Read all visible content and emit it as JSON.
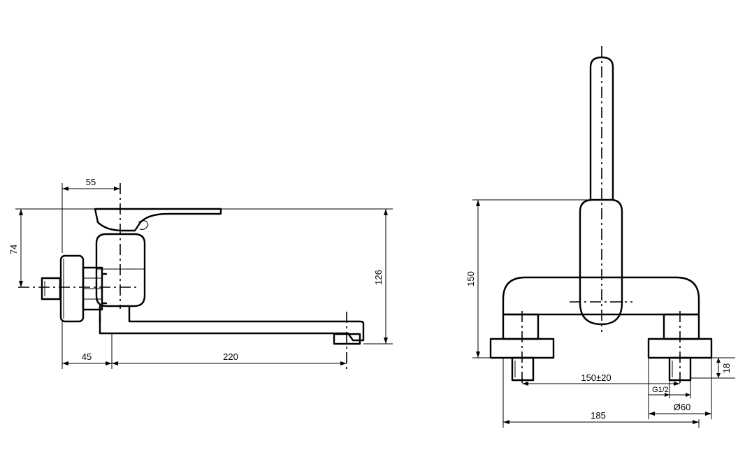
{
  "side_view": {
    "dims": {
      "d55": "55",
      "d74": "74",
      "d126": "126",
      "d45": "45",
      "d220": "220"
    }
  },
  "front_view": {
    "dims": {
      "d150": "150",
      "d150pm": "150±20",
      "d18": "18",
      "g12": "G1/2",
      "dia60": "Ø60",
      "d185": "185"
    }
  }
}
